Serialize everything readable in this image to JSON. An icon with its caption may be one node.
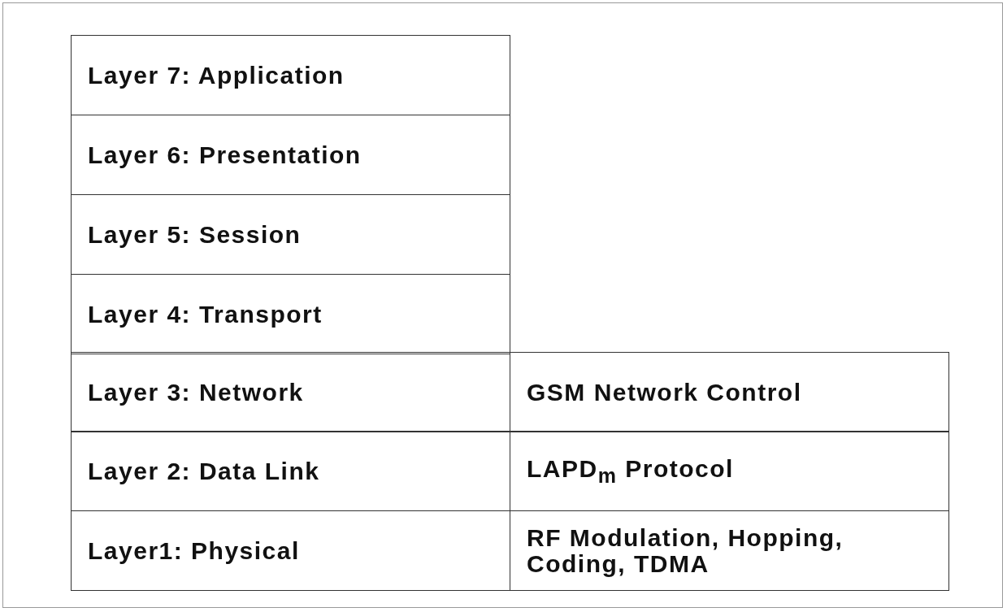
{
  "diagram": {
    "nodes": [
      {
        "text": [
          "Layer 7: Application"
        ]
      },
      {
        "text": [
          "Layer 6: Presentation"
        ]
      },
      {
        "text": [
          "Layer 5: Session"
        ]
      },
      {
        "text": [
          "Layer 4: Transport"
        ]
      },
      {
        "text": [
          "Layer 3: Network"
        ]
      },
      {
        "text": [
          "GSM Network Control"
        ]
      },
      {
        "text": [
          "Layer 2: Data Link"
        ]
      },
      {
        "text": [
          "LAPD$_{m}$ Protocol"
        ]
      },
      {
        "text": [
          "Layer1: Physical"
        ]
      },
      {
        "text": [
          "RF Modulation, Hopping, Coding, TDMA"
        ]
      }
    ]
  }
}
